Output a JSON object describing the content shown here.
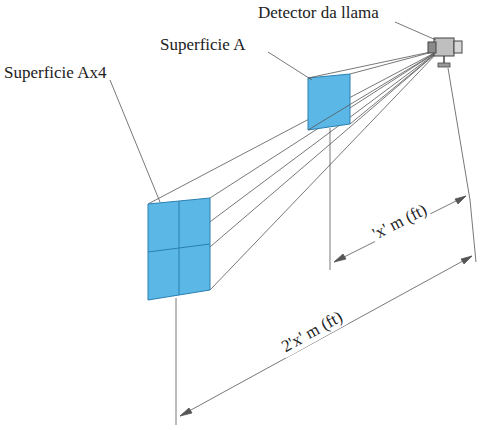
{
  "diagram": {
    "labels": [
      "Detector da llama",
      "Superficie A",
      "Superficie Ax4",
      "'x' m (ft)",
      "2'x' m (ft)"
    ]
  }
}
